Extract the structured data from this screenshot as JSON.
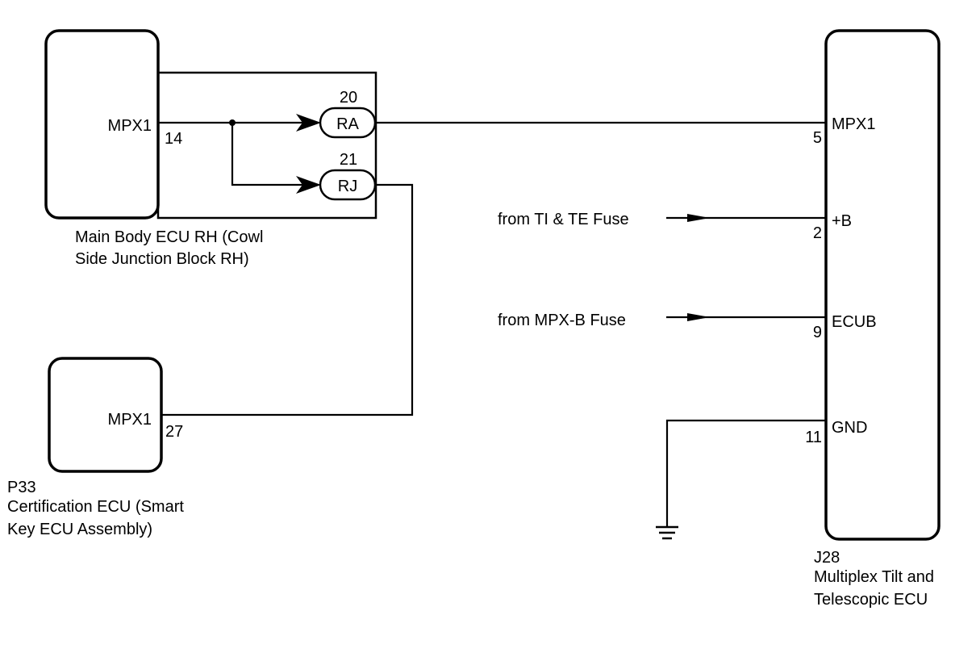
{
  "main_body_ecu": {
    "name_line1": "Main Body ECU RH (Cowl",
    "name_line2": "Side Junction Block RH)",
    "pin_label": "MPX1",
    "pin_number": "14",
    "connector_ra": {
      "label": "RA",
      "number": "20"
    },
    "connector_rj": {
      "label": "RJ",
      "number": "21"
    }
  },
  "certification_ecu": {
    "code": "P33",
    "name_line1": "Certification ECU (Smart",
    "name_line2": "Key ECU Assembly)",
    "pin_label": "MPX1",
    "pin_number": "27"
  },
  "tilt_ecu": {
    "code": "J28",
    "name_line1": "Multiplex Tilt and",
    "name_line2": "Telescopic ECU",
    "pins": [
      {
        "label": "MPX1",
        "number": "5"
      },
      {
        "label": "+B",
        "number": "2"
      },
      {
        "label": "ECUB",
        "number": "9"
      },
      {
        "label": "GND",
        "number": "11"
      }
    ]
  },
  "sources": {
    "ti_te_fuse": "from TI & TE Fuse",
    "mpx_b_fuse": "from MPX-B Fuse"
  }
}
